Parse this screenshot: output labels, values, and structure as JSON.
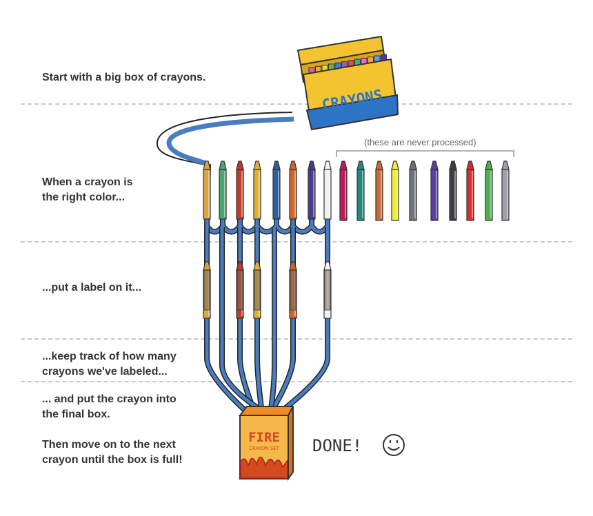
{
  "steps": [
    "Start with a big box of crayons.",
    "When a crayon is\nthe right color...",
    "...put a label on it...",
    "...keep track of how many\ncrayons we've labeled...",
    "... and put the crayon into\nthe final box.",
    "Then move on to the next\ncrayon until the box is full!"
  ],
  "unprocessed_note": "(these are never processed)",
  "source_box_label": "CRAYONS",
  "final_box": {
    "title": "FIRE",
    "subtitle": "CRAYON SET"
  },
  "done_text": "DONE!",
  "colors": {
    "pipe": "#4a7dbf",
    "box_yellow": "#f4c430",
    "box_blue": "#2e74c6",
    "fire_red": "#d44a1d",
    "fire_orange": "#f08a24"
  },
  "processed_crayon_colors": [
    "#d9a441",
    "#4aa672",
    "#c0392b",
    "#e0b13a",
    "#2f5f9e",
    "#d0652a",
    "#4b3a8a",
    "#f2f2f2"
  ],
  "labeled_crayon_colors": [
    "#d9a441",
    "#c0392b",
    "#e0b13a",
    "#d0652a",
    "#f2f2f2"
  ],
  "unprocessed_crayon_colors": [
    "#c2185b",
    "#1f8a80",
    "#c8693a",
    "#eeee3a",
    "#6f7378",
    "#5b3fa3",
    "#3a3d44",
    "#d62e2e",
    "#4caf50",
    "#9ea0aa"
  ],
  "box_crayon_colors": [
    "#e85d9e",
    "#f4a62a",
    "#e0e020",
    "#6ab04c",
    "#2e86de",
    "#9b59b6",
    "#e74c3c",
    "#1abc9c",
    "#f368e0",
    "#ff9f43",
    "#54a0ff",
    "#5f27cd"
  ]
}
